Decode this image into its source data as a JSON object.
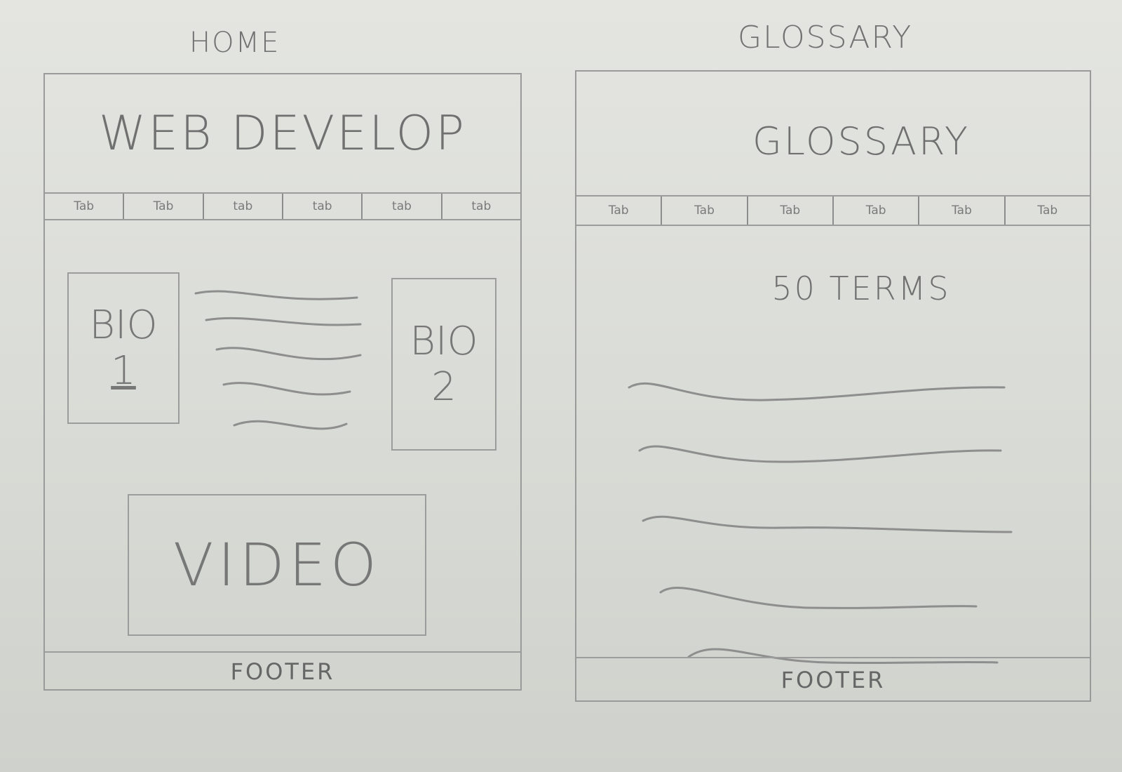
{
  "home": {
    "label": "HOME",
    "title": "WEB DEVELOP",
    "tabs": [
      "Tab",
      "Tab",
      "tab",
      "tab",
      "tab",
      "tab"
    ],
    "bio1": {
      "text": "BIO",
      "num": "1"
    },
    "bio2": {
      "text": "BIO",
      "num": "2"
    },
    "video": "VIDEO",
    "footer": "FOOTER"
  },
  "glossary": {
    "label": "GLOSSARY",
    "title": "GLOSSARY",
    "tabs": [
      "Tab",
      "Tab",
      "Tab",
      "Tab",
      "Tab",
      "Tab"
    ],
    "terms": "50 TERMS",
    "footer": "FOOTER"
  }
}
